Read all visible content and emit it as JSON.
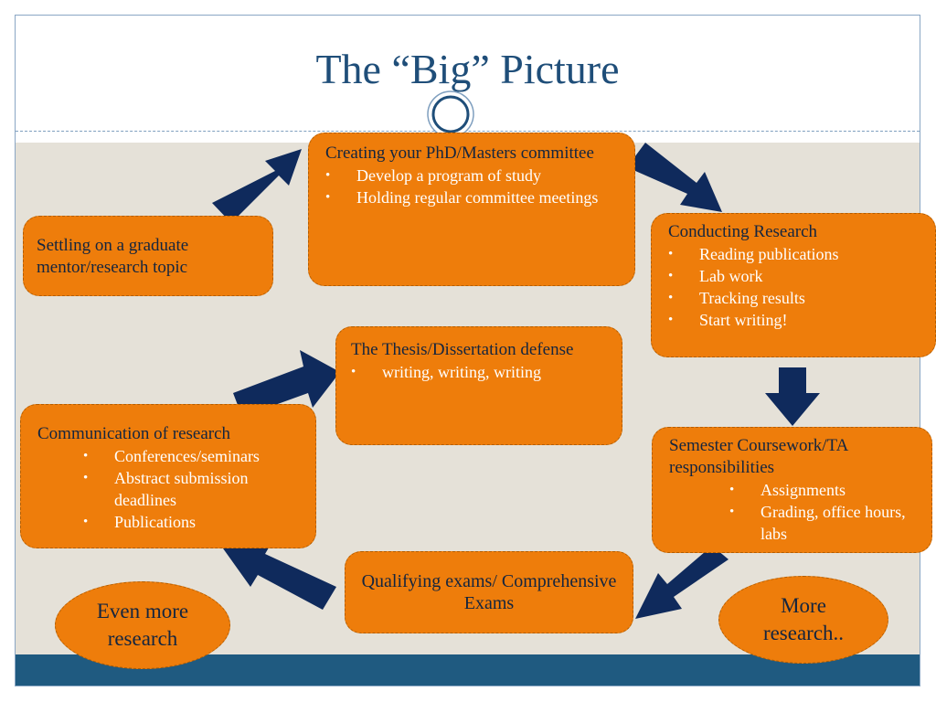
{
  "title": "The “Big” Picture",
  "boxes": {
    "settling": {
      "text": "Settling on a graduate mentor/research topic"
    },
    "committee": {
      "heading": "Creating your PhD/Masters committee",
      "bullets": [
        "Develop a program of study",
        "Holding regular committee meetings"
      ]
    },
    "conducting": {
      "heading": "Conducting Research",
      "bullets": [
        "Reading publications",
        "Lab work",
        "Tracking results",
        "Start writing!"
      ]
    },
    "semester": {
      "heading": "Semester Coursework/TA responsibilities",
      "bullets": [
        "Assignments",
        "Grading, office hours, labs"
      ]
    },
    "qualifying": {
      "text": "Qualifying exams/ Comprehensive Exams"
    },
    "communication": {
      "heading": "Communication of research",
      "bullets": [
        "Conferences/seminars",
        "Abstract submission deadlines",
        "Publications"
      ]
    },
    "thesis": {
      "heading": "The Thesis/Dissertation defense",
      "bullets": [
        "writing, writing, writing"
      ]
    }
  },
  "ovals": {
    "even_more": "Even more research",
    "more": "More research.."
  },
  "colors": {
    "box_fill": "#ee7d0b",
    "arrow": "#0f2a5c",
    "title": "#1f4e79",
    "band": "#1f5a80",
    "background": "#e5e1d8"
  }
}
